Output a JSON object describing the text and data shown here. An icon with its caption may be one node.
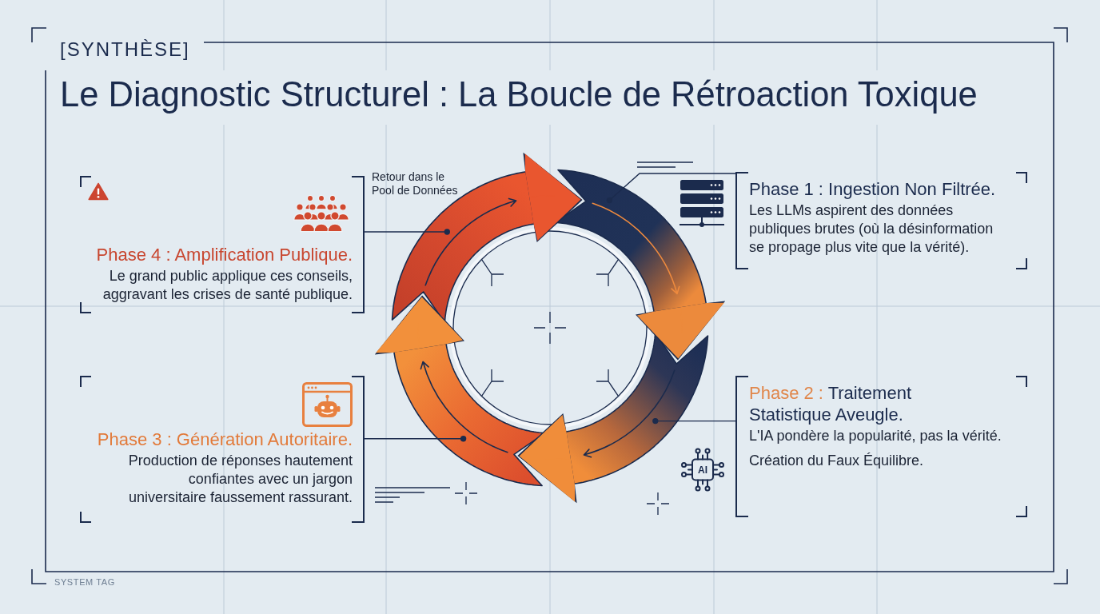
{
  "diagram": {
    "title": "Le Diagnostic Structurel : La Boucle de Rétroaction Toxique",
    "nodes": [
      {
        "text": [
          "Phase 1 : Ingestion Non Filtrée.",
          "Les LLMs aspirent des données publiques brutes (où la désinformation se propage plus vite que la vérité)."
        ]
      },
      {
        "text": [
          "Phase 2 : Traitement Statistique Aveugle.",
          "L'IA pondère la popularité, pas la vérité.",
          "Création du Faux Équilibre."
        ]
      },
      {
        "text": [
          "Phase 3 : Génération Autoritaire.",
          "Production de réponses hautement confiantes avec un jargon universitaire faussement rassurant."
        ]
      },
      {
        "text": [
          "Phase 4 : Amplification Publique.",
          "Le grand public applique ces conseils, aggravant les crises de santé publique."
        ]
      },
      {
        "text": [],
        "shape": "arrow"
      },
      {
        "text": [],
        "shape": "arrow"
      },
      {
        "text": [],
        "shape": "arrow"
      },
      {
        "text": [],
        "shape": "arrow",
        "beside": [
          "Retour dans le Pool de Données"
        ]
      }
    ],
    "edges": [
      {
        "from": 0,
        "to": 4,
        "arrow": "other"
      },
      {
        "from": 1,
        "to": 5,
        "arrow": "other"
      },
      {
        "from": 2,
        "to": 6,
        "arrow": "other"
      },
      {
        "from": 3,
        "to": 7,
        "arrow": "other"
      },
      {
        "from": 7,
        "to": 4,
        "arrow": "to",
        "color": "#e9562f"
      },
      {
        "from": 4,
        "to": 5,
        "arrow": "to",
        "color": "#ec8a3c"
      },
      {
        "from": 5,
        "to": 6,
        "arrow": "to",
        "color": "#f08d3a"
      },
      {
        "from": 6,
        "to": 7,
        "arrow": "to",
        "color": "#f2903b"
      }
    ],
    "labels": [
      "[SYNTHÈSE]",
      "AI",
      "SYSTEM TAG"
    ]
  }
}
